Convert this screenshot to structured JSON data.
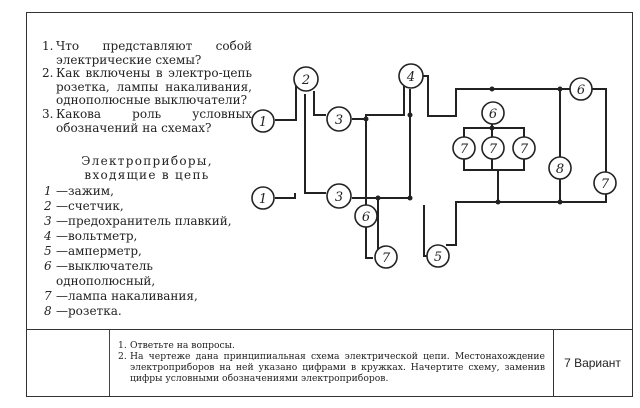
{
  "questions": [
    {
      "num": "1.",
      "text": "Что представляют собой электрические схемы?"
    },
    {
      "num": "2.",
      "text": "Как включены в электро-цепь розетка, лампы накаливания, однополюсные выключатели?"
    },
    {
      "num": "3.",
      "text": "Какова роль условных обозначений на схемах?"
    }
  ],
  "legend": {
    "title_line1": "Электроприборы,",
    "title_line2": "входящие в цепь",
    "items": [
      {
        "num": "1",
        "text": "—зажим,"
      },
      {
        "num": "2",
        "text": "—счетчик,"
      },
      {
        "num": "3",
        "text": "—предохранитель плавкий,"
      },
      {
        "num": "4",
        "text": "—вольтметр,"
      },
      {
        "num": "5",
        "text": "—амперметр,"
      },
      {
        "num": "6",
        "text": "—выключатель однополюсный,"
      },
      {
        "num": "7",
        "text": "—лампа накаливания,"
      },
      {
        "num": "8",
        "text": "—розетка."
      }
    ]
  },
  "diagram": {
    "labels": {
      "n1a": "1",
      "n1b": "1",
      "n2": "2",
      "n3a": "3",
      "n3b": "3",
      "n4": "4",
      "n5": "5",
      "n6a": "6",
      "n6b": "6",
      "n6c": "6",
      "n7a": "7",
      "n7b": "7",
      "n7c": "7",
      "n7d": "7",
      "n7e": "7",
      "n8": "8"
    }
  },
  "instructions": [
    {
      "num": "1.",
      "text": "Ответьте на вопросы."
    },
    {
      "num": "2.",
      "text": "На чертеже дана принципиальная схема электрической цепи. Местонахождение электроприборов на ней указано цифрами в кружках. Начертите схему, заменив цифры условными обозначениями электроприборов."
    }
  ],
  "variant": "7 Вариант"
}
